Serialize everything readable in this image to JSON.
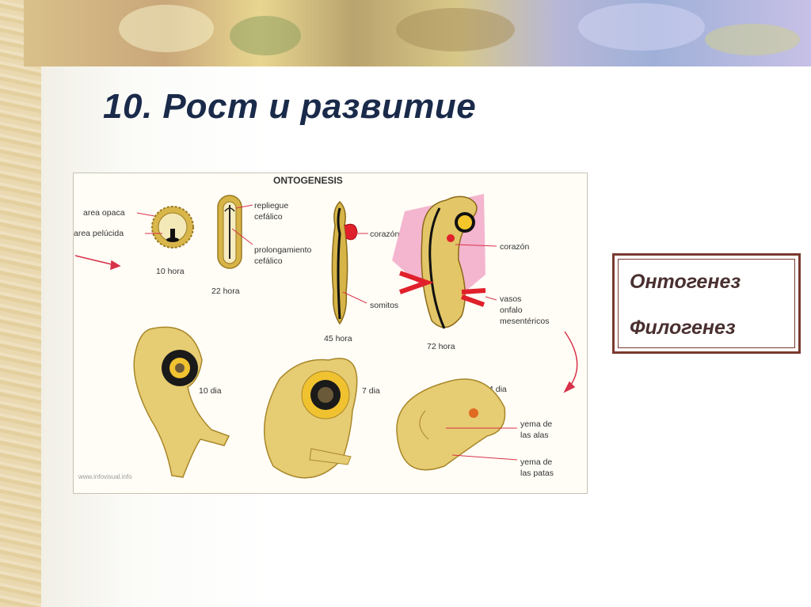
{
  "slide": {
    "title": "10. Рост и развитие"
  },
  "figure": {
    "heading": "ONTOGENESIS",
    "stages": [
      {
        "id": "s10h",
        "label": "10 hora"
      },
      {
        "id": "s22h",
        "label": "22 hora"
      },
      {
        "id": "s45h",
        "label": "45 hora"
      },
      {
        "id": "s72h",
        "label": "72 hora"
      },
      {
        "id": "s4d",
        "label": "4 dia"
      },
      {
        "id": "s7d",
        "label": "7 dia"
      },
      {
        "id": "s10d",
        "label": "10 dia"
      }
    ],
    "callouts": {
      "area_opaca": "area opaca",
      "area_pelucida": "area pelúcida",
      "repliegue_1": "repliegue",
      "repliegue_2": "cefálico",
      "prolongamiento_1": "prolongamiento",
      "prolongamiento_2": "cefálico",
      "corazon_45": "corazón",
      "somitos": "somitos",
      "corazon_72": "corazón",
      "vasos_1": "vasos",
      "vasos_2": "onfalo",
      "vasos_3": "mesentéricos",
      "yema_alas_1": "yema de",
      "yema_alas_2": "las alas",
      "yema_patas_1": "yema de",
      "yema_patas_2": "las patas"
    },
    "credit": "www.infovisual.info",
    "colors": {
      "embryo_fill": "#e8d27a",
      "embryo_stroke": "#b8952e",
      "heart_red": "#e0202a",
      "arrow_red": "#d8324a",
      "membrane_pink": "#f2a8c8"
    }
  },
  "terms": {
    "item1": "Онтогенез",
    "item2": "Филогенез"
  },
  "decor": {
    "frame_color": "#7a3a30",
    "title_color": "#1a2a4a"
  }
}
